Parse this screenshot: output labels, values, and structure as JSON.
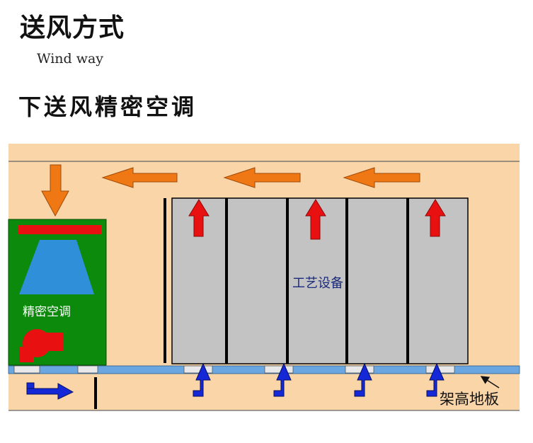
{
  "header": {
    "title": "送风方式",
    "subtitle": "Wind way",
    "heading": "下送风精密空调"
  },
  "diagram": {
    "ac_unit_label": "精密空调",
    "equipment_label": "工艺设备",
    "floor_label": "架高地板"
  },
  "colors": {
    "room_background": "#f9d5a7",
    "ac_unit": "#0b8a0b",
    "equipment": "#c3c3c3",
    "return_air_arrow": "#f07814",
    "equipment_exhaust_arrow": "#e81010",
    "supply_air_arrow": "#1428d8",
    "floor_strip": "#6aa6e0",
    "floor_vent": "#e8e8e8",
    "fan_cone": "#2f8fd8",
    "fan_blower": "#e81010"
  }
}
